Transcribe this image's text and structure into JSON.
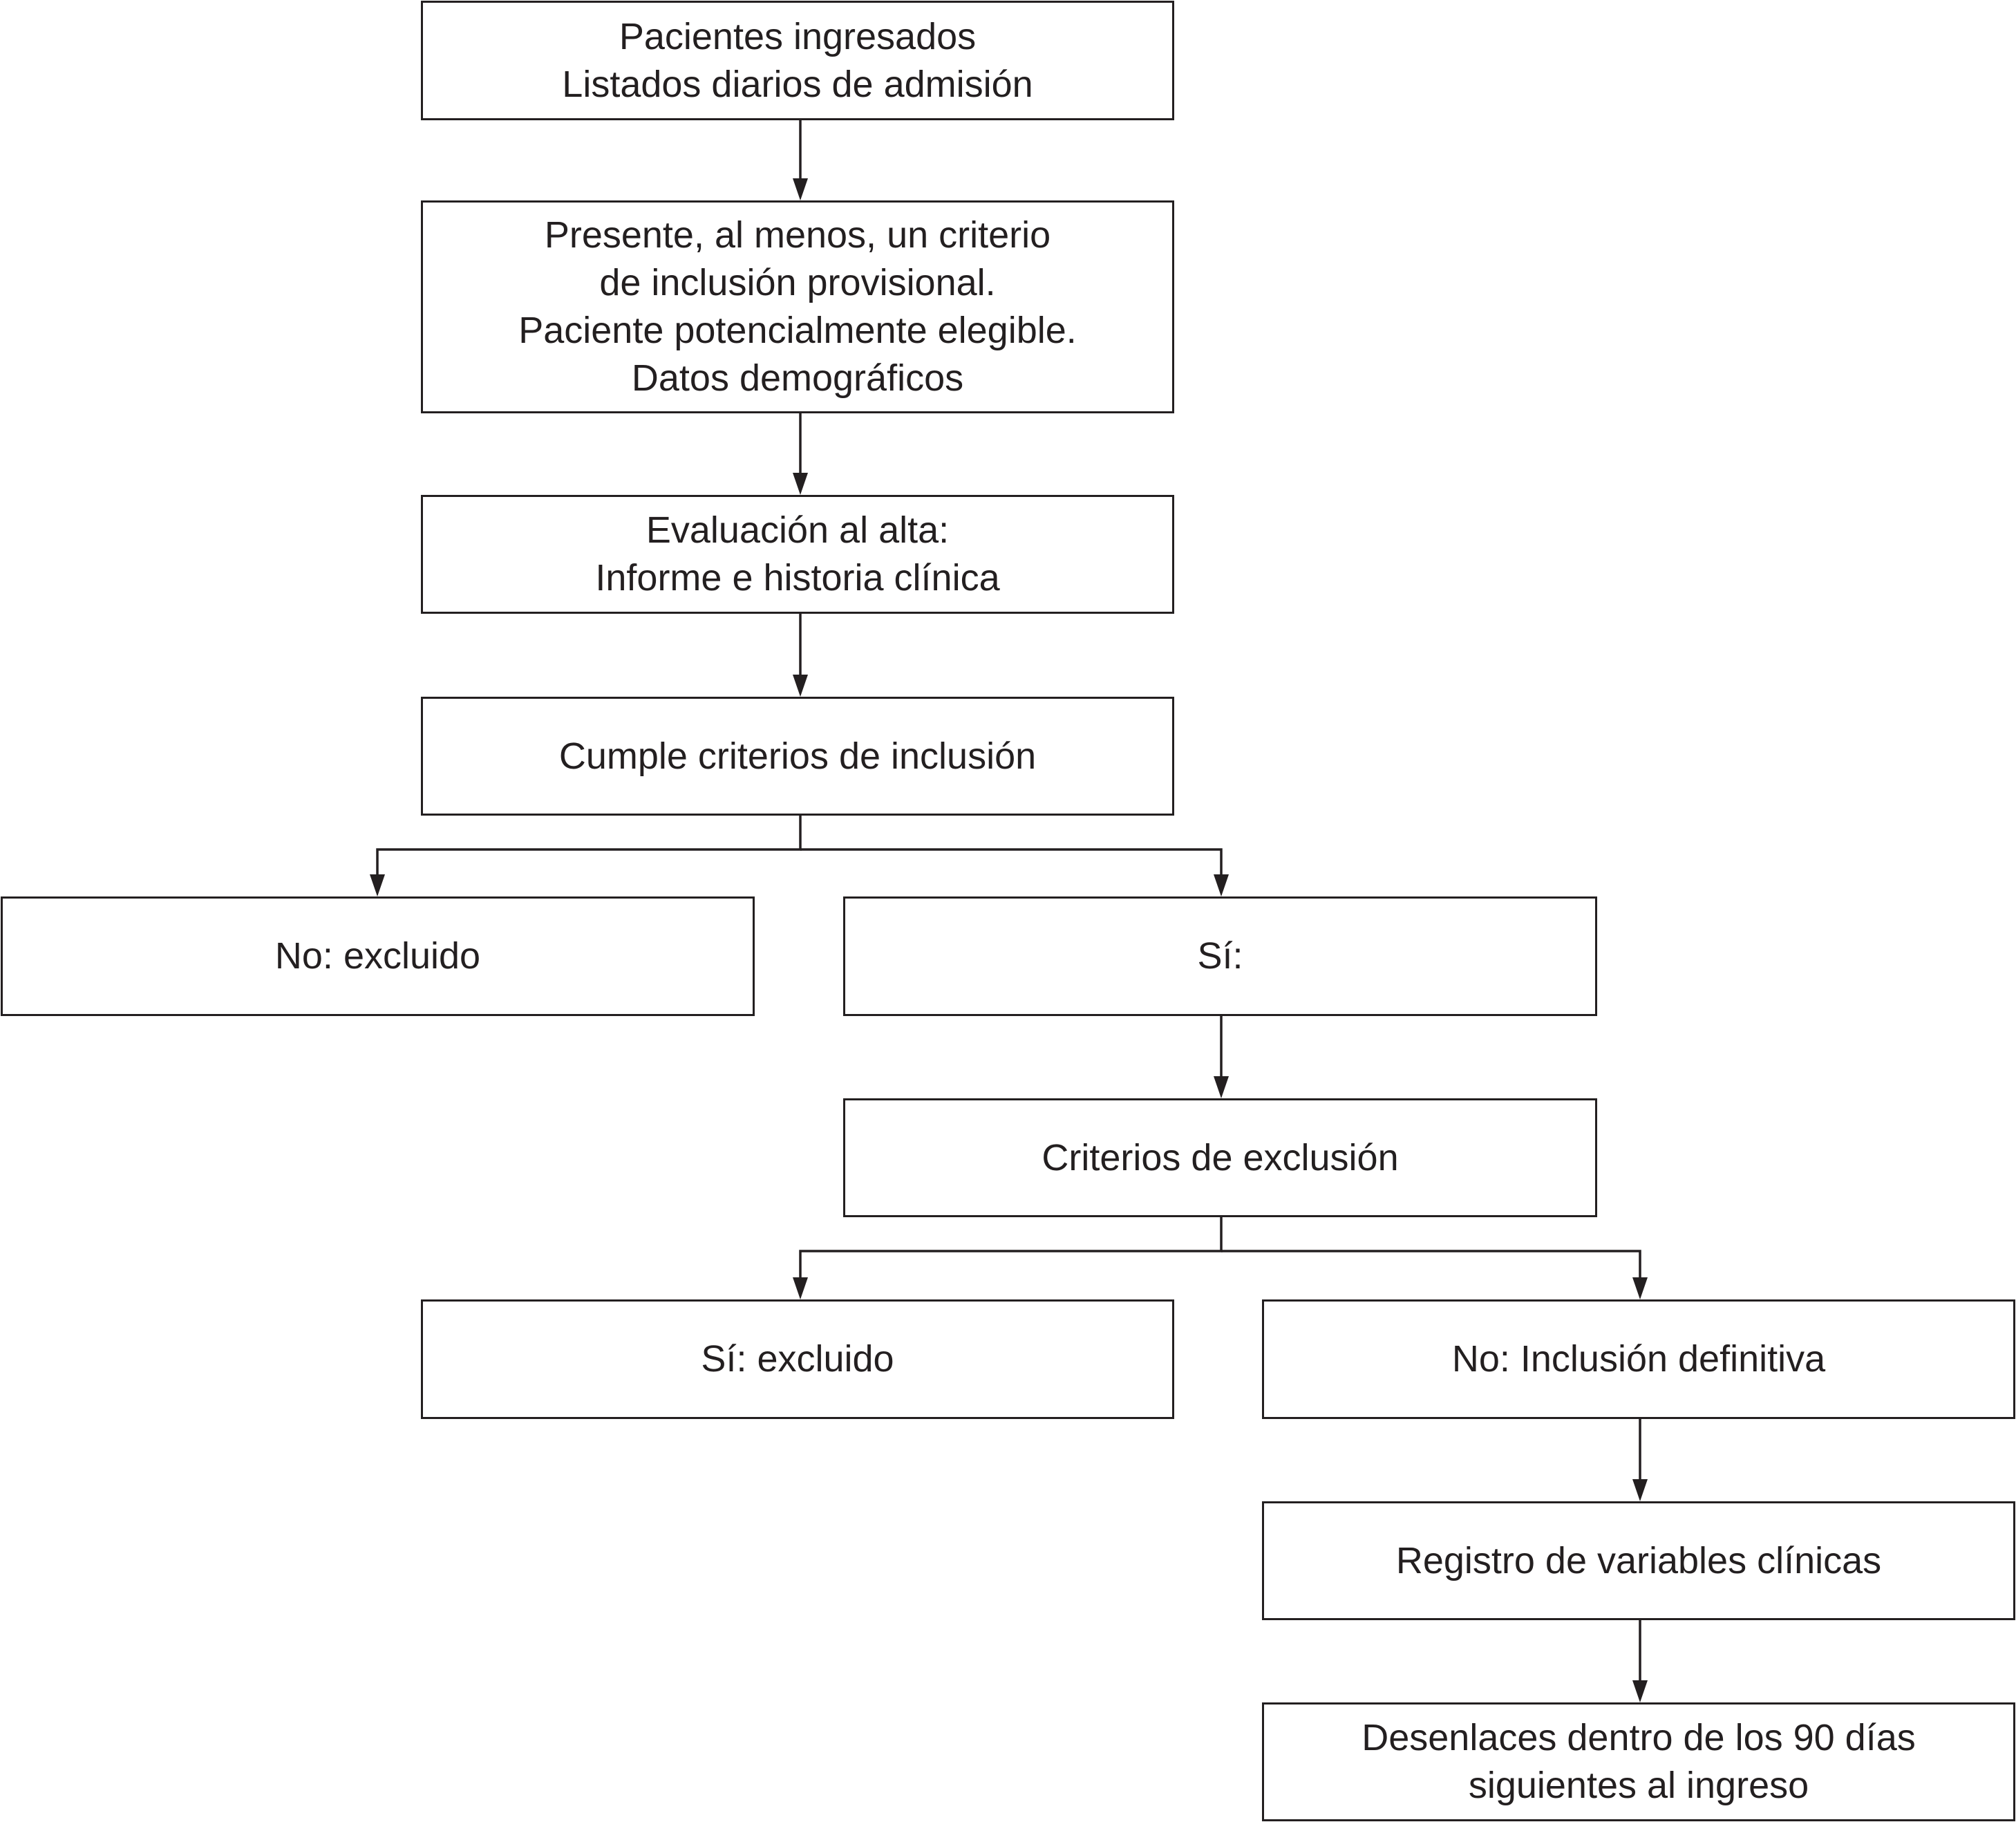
{
  "flowchart": {
    "steps": [
      {
        "id": "admitted",
        "text": "Pacientes ingresados\nListados diarios de admisión"
      },
      {
        "id": "provisional",
        "text": "Presente, al menos, un criterio\nde inclusión provisional.\nPaciente potencialmente elegible.\nDatos demográficos"
      },
      {
        "id": "discharge",
        "text": "Evaluación al alta:\nInforme e historia clínica"
      },
      {
        "id": "inclusion",
        "text": "Cumple criterios de inclusión"
      },
      {
        "id": "no-excluded",
        "text": "No: excluido"
      },
      {
        "id": "yes",
        "text": "Sí:"
      },
      {
        "id": "exclusion",
        "text": "Criterios de exclusión"
      },
      {
        "id": "yes-excluded",
        "text": "Sí: excluido"
      },
      {
        "id": "definitive",
        "text": "No: Inclusión definitiva"
      },
      {
        "id": "registry",
        "text": "Registro de variables clínicas"
      },
      {
        "id": "outcomes",
        "text": "Desenlaces dentro de los 90 días\nsiguientes al ingreso"
      }
    ],
    "edges": [
      {
        "from": "admitted",
        "to": "provisional"
      },
      {
        "from": "provisional",
        "to": "discharge"
      },
      {
        "from": "discharge",
        "to": "inclusion"
      },
      {
        "from": "inclusion",
        "to": "no-excluded"
      },
      {
        "from": "inclusion",
        "to": "yes"
      },
      {
        "from": "yes",
        "to": "exclusion"
      },
      {
        "from": "exclusion",
        "to": "yes-excluded"
      },
      {
        "from": "exclusion",
        "to": "definitive"
      },
      {
        "from": "definitive",
        "to": "registry"
      },
      {
        "from": "registry",
        "to": "outcomes"
      }
    ],
    "line_color": "#231f20"
  }
}
